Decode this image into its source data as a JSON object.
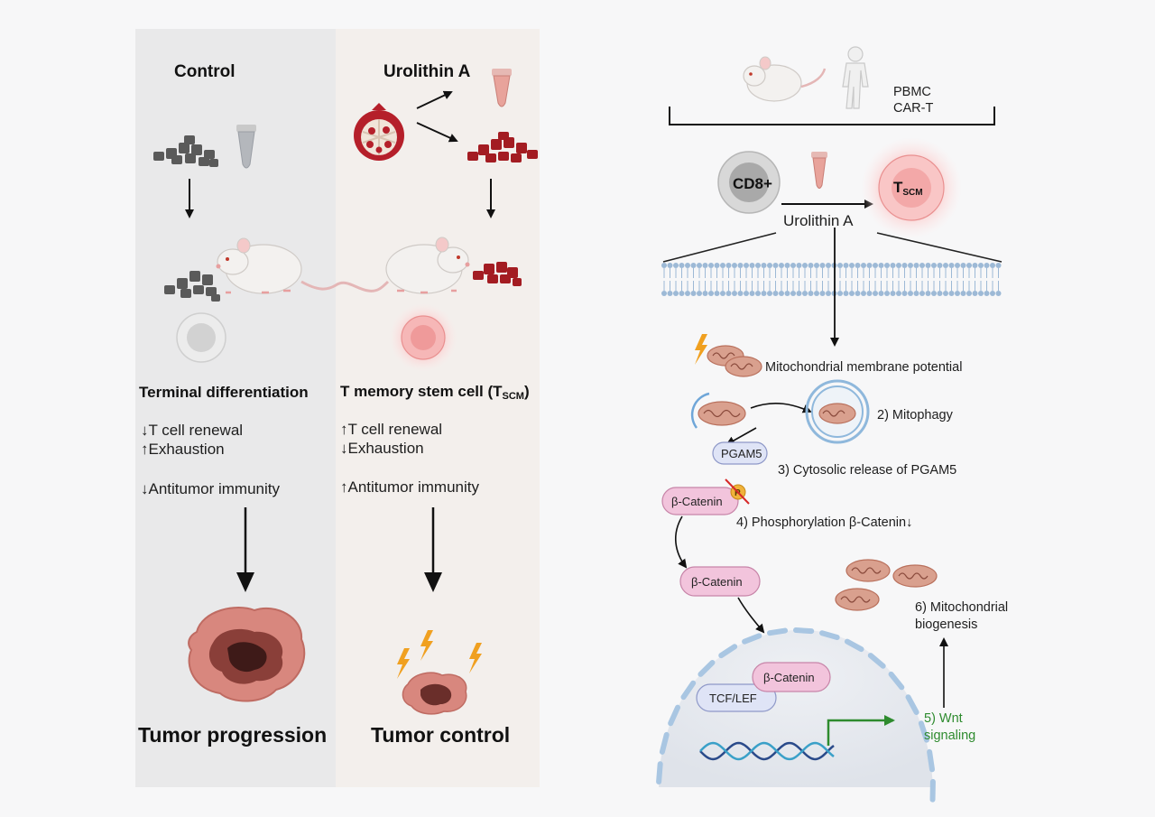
{
  "left_panel": {
    "control": {
      "heading": "Control",
      "cell_state": "Terminal differentiation",
      "effect_1": "↓T cell renewal",
      "effect_2": "↑Exhaustion",
      "effect_3": "↓Antitumor immunity",
      "outcome": "Tumor progression"
    },
    "urolithin": {
      "heading": "Urolithin A",
      "cell_state": "T memory stem cell (T",
      "cell_state_sub": "SCM",
      "cell_state_end": ")",
      "effect_1": "↑T cell renewal",
      "effect_2": "↓Exhaustion",
      "effect_3": "↑Antitumor immunity",
      "outcome": "Tumor control"
    }
  },
  "right_panel": {
    "sources": {
      "line_1": "PBMC",
      "line_2": "CAR-T"
    },
    "cd8_label": "CD8+",
    "tscm_label": "T",
    "tscm_sub": "SCM",
    "treatment_label": "Urolithin A",
    "steps": {
      "step_1": "Mitochondrial membrane potential",
      "step_2": "2) Mitophagy",
      "pgam5_label": "PGAM5",
      "step_3": "3) Cytosolic release of PGAM5",
      "beta_catenin_1": "β-Catenin",
      "phospho_label": "P",
      "step_4": "4) Phosphorylation β-Catenin↓",
      "beta_catenin_2": "β-Catenin",
      "step_6_line1": "6) Mitochondrial",
      "step_6_line2": "biogenesis",
      "beta_catenin_3": "β-Catenin",
      "tcf_lef": "TCF/LEF",
      "step_5_line1": "5) Wnt",
      "step_5_line2": "signaling"
    }
  },
  "colors": {
    "control_bg": "#e9e9ea",
    "urolithin_bg": "#f3efec",
    "dark_red": "#a31c22",
    "mito": "#d9a08e",
    "pink_pill": "#f2c4dc",
    "blue_pill": "#dfe4f6",
    "green": "#2e8b2e",
    "tumor": "#d8877e"
  }
}
